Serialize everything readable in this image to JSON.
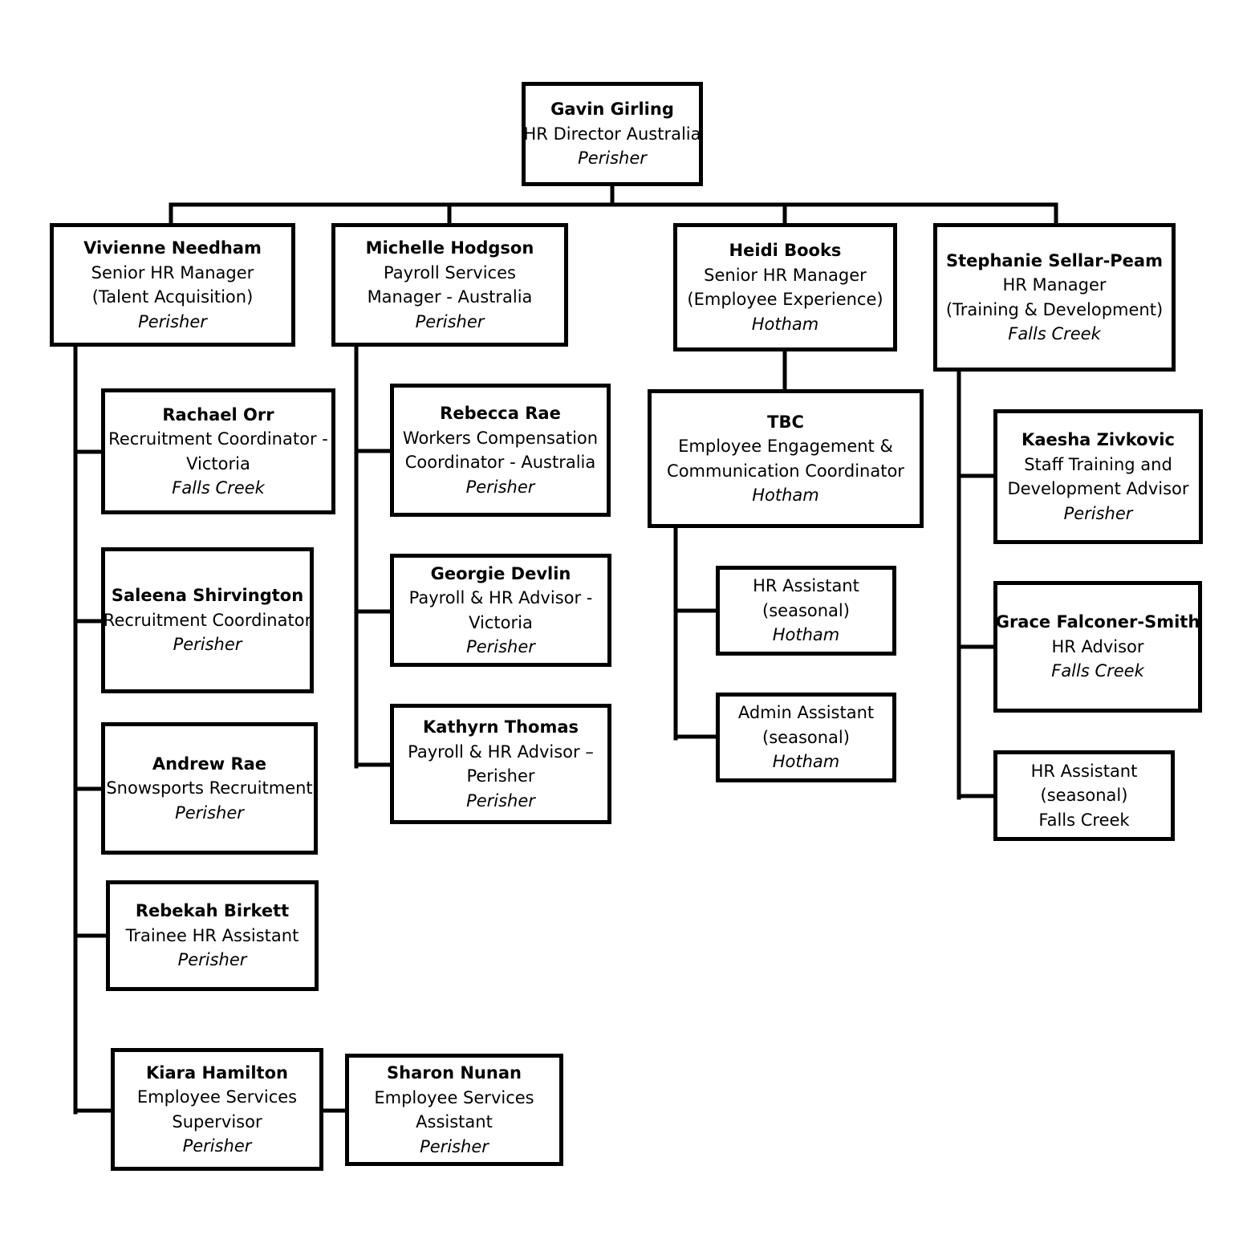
{
  "org_chart": {
    "nodes": [
      {
        "id": "gavin",
        "name": "Gavin Girling",
        "title_lines": [
          "HR Director Australia"
        ],
        "location": "Perisher",
        "location_italic": true
      },
      {
        "id": "vivienne",
        "name": "Vivienne Needham",
        "title_lines": [
          "Senior HR Manager",
          "(Talent Acquisition)"
        ],
        "location": "Perisher",
        "location_italic": true
      },
      {
        "id": "michelle",
        "name": "Michelle Hodgson",
        "title_lines": [
          "Payroll  Services",
          "Manager - Australia"
        ],
        "location": "Perisher",
        "location_italic": true
      },
      {
        "id": "heidi",
        "name": "Heidi Books",
        "title_lines": [
          "Senior HR Manager",
          "(Employee Experience)"
        ],
        "location": "Hotham",
        "location_italic": true
      },
      {
        "id": "stephanie",
        "name": "Stephanie Sellar-Peam",
        "title_lines": [
          "HR Manager",
          "(Training & Development)"
        ],
        "location": "Falls Creek",
        "location_italic": true
      },
      {
        "id": "rachael",
        "name": "Rachael Orr",
        "title_lines": [
          "Recruitment Coordinator -",
          "Victoria"
        ],
        "location": "Falls Creek",
        "location_italic": true
      },
      {
        "id": "saleena",
        "name": "Saleena Shirvington",
        "title_lines": [
          "Recruitment Coordinator"
        ],
        "location": "Perisher",
        "location_italic": true
      },
      {
        "id": "andrew",
        "name": "Andrew Rae",
        "title_lines": [
          "Snowsports Recruitment"
        ],
        "location": "Perisher",
        "location_italic": true
      },
      {
        "id": "rebekah",
        "name": "Rebekah Birkett",
        "title_lines": [
          "Trainee HR Assistant"
        ],
        "location": "Perisher",
        "location_italic": true
      },
      {
        "id": "kiara",
        "name": "Kiara Hamilton",
        "title_lines": [
          "Employee Services",
          "Supervisor"
        ],
        "location": "Perisher",
        "location_italic": true
      },
      {
        "id": "sharon",
        "name": "Sharon Nunan",
        "title_lines": [
          "Employee Services",
          "Assistant"
        ],
        "location": "Perisher",
        "location_italic": true
      },
      {
        "id": "rebecca",
        "name": "Rebecca Rae",
        "title_lines": [
          "Workers Compensation",
          "Coordinator - Australia"
        ],
        "location": "Perisher",
        "location_italic": true
      },
      {
        "id": "georgie",
        "name": "Georgie Devlin",
        "title_lines": [
          "Payroll & HR Advisor -",
          "Victoria"
        ],
        "location": "Perisher",
        "location_italic": true
      },
      {
        "id": "kathyrn",
        "name": "Kathyrn Thomas",
        "title_lines": [
          "Payroll & HR Advisor –",
          "Perisher"
        ],
        "location": "Perisher",
        "location_italic": true
      },
      {
        "id": "tbc",
        "name": "TBC",
        "title_lines": [
          "Employee Engagement &",
          "Communication Coordinator"
        ],
        "location": "Hotham",
        "location_italic": true
      },
      {
        "id": "hr_assistant_hotham",
        "name": "",
        "title_lines": [
          "HR Assistant",
          "(seasonal)"
        ],
        "location": "Hotham",
        "location_italic": true
      },
      {
        "id": "admin_assistant_hotham",
        "name": "",
        "title_lines": [
          "Admin Assistant",
          "(seasonal)"
        ],
        "location": "Hotham",
        "location_italic": true
      },
      {
        "id": "kaesha",
        "name": "Kaesha Zivkovic",
        "title_lines": [
          "Staff Training and",
          "Development Advisor"
        ],
        "location": "Perisher",
        "location_italic": true
      },
      {
        "id": "grace",
        "name": "Grace Falconer-Smith",
        "title_lines": [
          "HR Advisor"
        ],
        "location": "Falls Creek",
        "location_italic": true
      },
      {
        "id": "hr_assistant_falls",
        "name": "",
        "title_lines": [
          "HR Assistant",
          "(seasonal)"
        ],
        "location": "Falls Creek",
        "location_italic": false
      }
    ],
    "edges": [
      {
        "from": "gavin",
        "to": "vivienne"
      },
      {
        "from": "gavin",
        "to": "michelle"
      },
      {
        "from": "gavin",
        "to": "heidi"
      },
      {
        "from": "gavin",
        "to": "stephanie"
      },
      {
        "from": "vivienne",
        "to": "rachael"
      },
      {
        "from": "vivienne",
        "to": "saleena"
      },
      {
        "from": "vivienne",
        "to": "andrew"
      },
      {
        "from": "vivienne",
        "to": "rebekah"
      },
      {
        "from": "vivienne",
        "to": "kiara"
      },
      {
        "from": "kiara",
        "to": "sharon"
      },
      {
        "from": "michelle",
        "to": "rebecca"
      },
      {
        "from": "michelle",
        "to": "georgie"
      },
      {
        "from": "michelle",
        "to": "kathyrn"
      },
      {
        "from": "heidi",
        "to": "tbc"
      },
      {
        "from": "tbc",
        "to": "hr_assistant_hotham"
      },
      {
        "from": "tbc",
        "to": "admin_assistant_hotham"
      },
      {
        "from": "stephanie",
        "to": "kaesha"
      },
      {
        "from": "stephanie",
        "to": "grace"
      },
      {
        "from": "stephanie",
        "to": "hr_assistant_falls"
      }
    ]
  }
}
